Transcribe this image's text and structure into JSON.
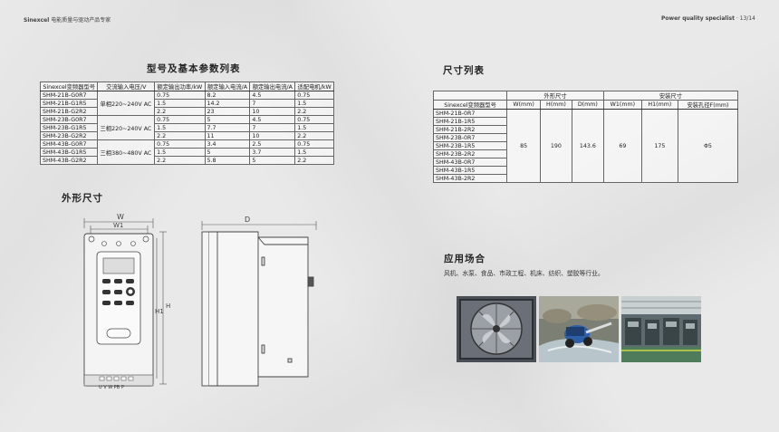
{
  "header": {
    "left_brand": "Sinexcel",
    "left_text": "电能质量与驱动产品专家",
    "right_text": "Power quality specialist",
    "page": "13/14"
  },
  "spec_section": {
    "title": "型号及基本参数列表",
    "columns": [
      "Sinexcel变频器型号",
      "交流输入电压/V",
      "额定输出功率/kW",
      "额定输入电流/A",
      "额定输出电流/A",
      "适配电机/kW"
    ],
    "rows": [
      {
        "model": "SHM-21B-G0R7",
        "power": "0.75",
        "in_current": "8.2",
        "out_current": "4.5",
        "motor": "0.75"
      },
      {
        "model": "SHM-21B-G1R5",
        "power": "1.5",
        "in_current": "14.2",
        "out_current": "7",
        "motor": "1.5"
      },
      {
        "model": "SHM-21B-G2R2",
        "power": "2.2",
        "in_current": "23",
        "out_current": "10",
        "motor": "2.2"
      },
      {
        "model": "SHM-23B-G0R7",
        "power": "0.75",
        "in_current": "5",
        "out_current": "4.5",
        "motor": "0.75"
      },
      {
        "model": "SHM-23B-G1R5",
        "power": "1.5",
        "in_current": "7.7",
        "out_current": "7",
        "motor": "1.5"
      },
      {
        "model": "SHM-23B-G2R2",
        "power": "2.2",
        "in_current": "11",
        "out_current": "10",
        "motor": "2.2"
      },
      {
        "model": "SHM-43B-G0R7",
        "power": "0.75",
        "in_current": "3.4",
        "out_current": "2.5",
        "motor": "0.75"
      },
      {
        "model": "SHM-43B-G1R5",
        "power": "1.5",
        "in_current": "5",
        "out_current": "3.7",
        "motor": "1.5"
      },
      {
        "model": "SHM-43B-G2R2",
        "power": "2.2",
        "in_current": "5.8",
        "out_current": "5",
        "motor": "2.2"
      }
    ],
    "voltage_groups": [
      "单相220~240V AC",
      "三相220~240V AC",
      "三相380~480V AC"
    ]
  },
  "size_section": {
    "title": "尺寸列表",
    "group_outer": "外形尺寸",
    "group_install": "安装尺寸",
    "columns": [
      "Sinexcel变频器型号",
      "W(mm)",
      "H(mm)",
      "D(mm)",
      "W1(mm)",
      "H1(mm)",
      "安装孔径F(mm)"
    ],
    "models": [
      "SHM-21B-0R7",
      "SHM-21B-1R5",
      "SHM-21B-2R2",
      "SHM-23B-0R7",
      "SHM-23B-1R5",
      "SHM-23B-2R2",
      "SHM-43B-0R7",
      "SHM-43B-1R5",
      "SHM-43B-2R2"
    ],
    "values": {
      "W": "85",
      "H": "190",
      "D": "143.6",
      "W1": "69",
      "H1": "175",
      "F": "Φ5"
    }
  },
  "outline_section": {
    "title": "外形尺寸",
    "labels": {
      "W": "W",
      "W1": "W1",
      "H": "H",
      "H1": "H1",
      "D": "D"
    },
    "terminal_text": "U V W PB P"
  },
  "application_section": {
    "title": "应用场合",
    "text": "风机、水泵、食品、市政工程、机床、纺织、塑胶等行业。",
    "photos": [
      "industrial-fan-photo",
      "water-pump-photo",
      "factory-machines-photo"
    ]
  }
}
